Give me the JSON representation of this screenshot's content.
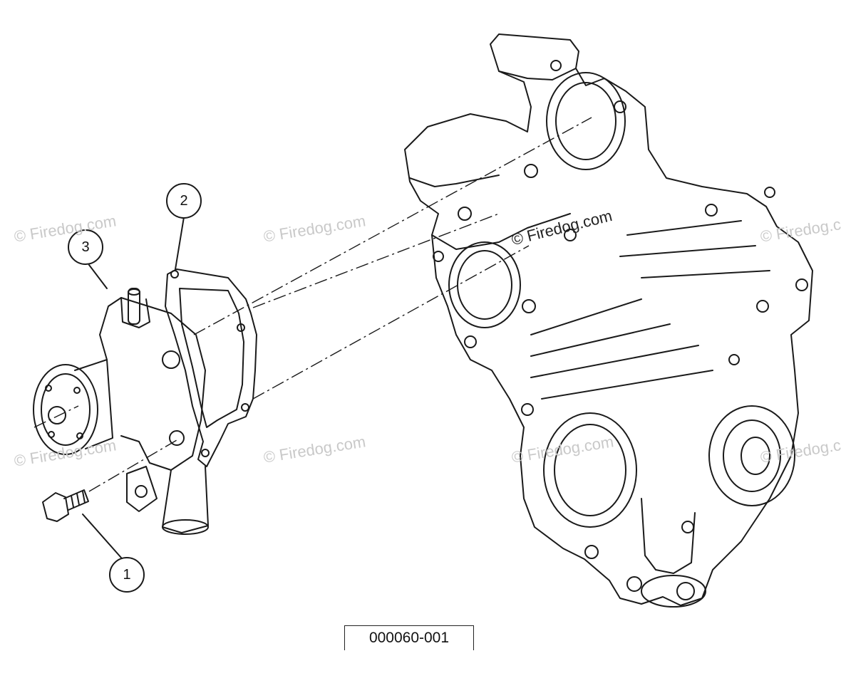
{
  "watermark": "© Firedog.com",
  "callouts": [
    {
      "number": "1",
      "part": "bolt"
    },
    {
      "number": "2",
      "part": "gasket"
    },
    {
      "number": "3",
      "part": "water-pump"
    }
  ],
  "part_number": "000060-001",
  "colors": {
    "line": "#1a1a1a",
    "watermark": "#c9c9c9",
    "background": "#ffffff"
  }
}
